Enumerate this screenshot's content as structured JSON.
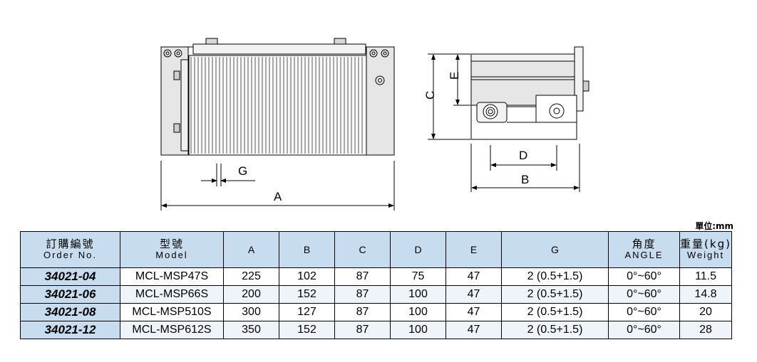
{
  "drawing": {
    "dim_labels": {
      "A": "A",
      "G": "G",
      "B": "B",
      "C": "C",
      "D": "D",
      "E": "E"
    }
  },
  "unit_note": "單位:mm",
  "table": {
    "headers": [
      {
        "zh": "訂購編號",
        "en": "Order No."
      },
      {
        "zh": "型號",
        "en": "Model"
      },
      {
        "single": "A"
      },
      {
        "single": "B"
      },
      {
        "single": "C"
      },
      {
        "single": "D"
      },
      {
        "single": "E"
      },
      {
        "single": "G"
      },
      {
        "zh": "角度",
        "en": "ANGLE"
      },
      {
        "zh": "重量(kg)",
        "en": "Weight"
      }
    ],
    "rows": [
      {
        "order": "34021-04",
        "model": "MCL-MSP47S",
        "A": "225",
        "B": "102",
        "C": "87",
        "D": "75",
        "E": "47",
        "G": "2 (0.5+1.5)",
        "angle": "0°~60°",
        "weight": "11.5"
      },
      {
        "order": "34021-06",
        "model": "MCL-MSP66S",
        "A": "200",
        "B": "152",
        "C": "87",
        "D": "100",
        "E": "47",
        "G": "2 (0.5+1.5)",
        "angle": "0°~60°",
        "weight": "14.8"
      },
      {
        "order": "34021-08",
        "model": "MCL-MSP510S",
        "A": "300",
        "B": "127",
        "C": "87",
        "D": "100",
        "E": "47",
        "G": "2 (0.5+1.5)",
        "angle": "0°~60°",
        "weight": "20"
      },
      {
        "order": "34021-12",
        "model": "MCL-MSP612S",
        "A": "350",
        "B": "152",
        "C": "87",
        "D": "100",
        "E": "47",
        "G": "2 (0.5+1.5)",
        "angle": "0°~60°",
        "weight": "28"
      }
    ]
  }
}
